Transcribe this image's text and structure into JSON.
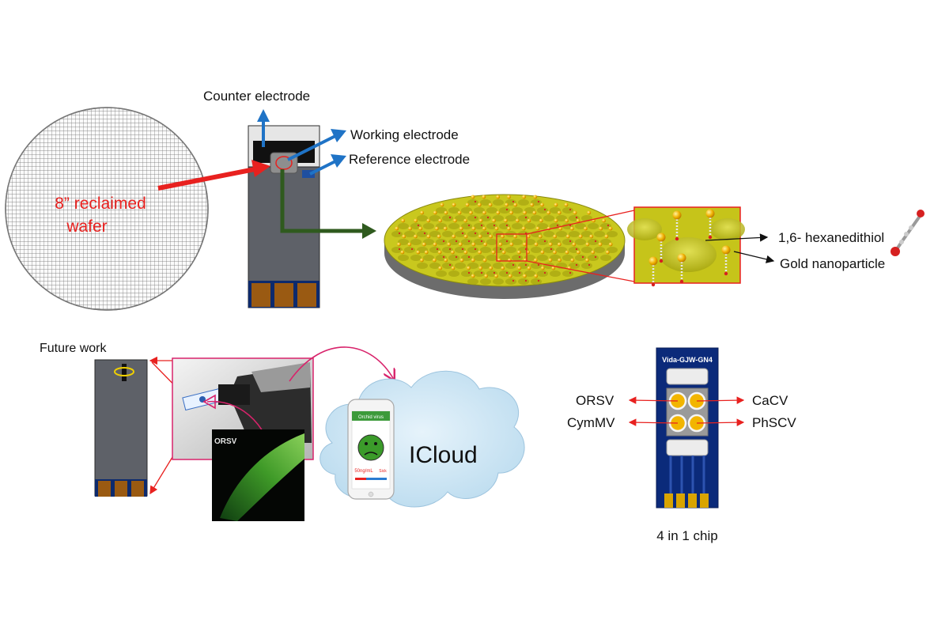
{
  "labels": {
    "counter_electrode": "Counter electrode",
    "working_electrode": "Working electrode",
    "reference_electrode": "Reference electrode",
    "wafer_line1": "8” reclaimed",
    "wafer_line2": "wafer",
    "hexanedithiol": "1,6- hexanedithiol",
    "gold_nanoparticle": "Gold nanoparticle",
    "future_work": "Future work",
    "orsv_photo": "ORSV",
    "icloud": "ICloud",
    "chip_model": "Vida-GJW-GN4",
    "orsv": "ORSV",
    "cacv": "CaCV",
    "cymmv": "CymMV",
    "phscv": "PhSCV",
    "four_in_one": "4 in 1 chip",
    "phone_header": "Orchid virus",
    "phone_reading": "50ng/mL",
    "phone_status": "Sick"
  },
  "colors": {
    "accent_red": "#e8211f",
    "arrow_blue": "#1f73c6",
    "arrow_green": "#2f5a1e",
    "electrode_body": "#5d6068",
    "gold_surface": "#c9c81e",
    "chip_blue": "#0b2a7a",
    "contact_gold": "#d9a400",
    "cloud_blue": "#cde6f5"
  }
}
